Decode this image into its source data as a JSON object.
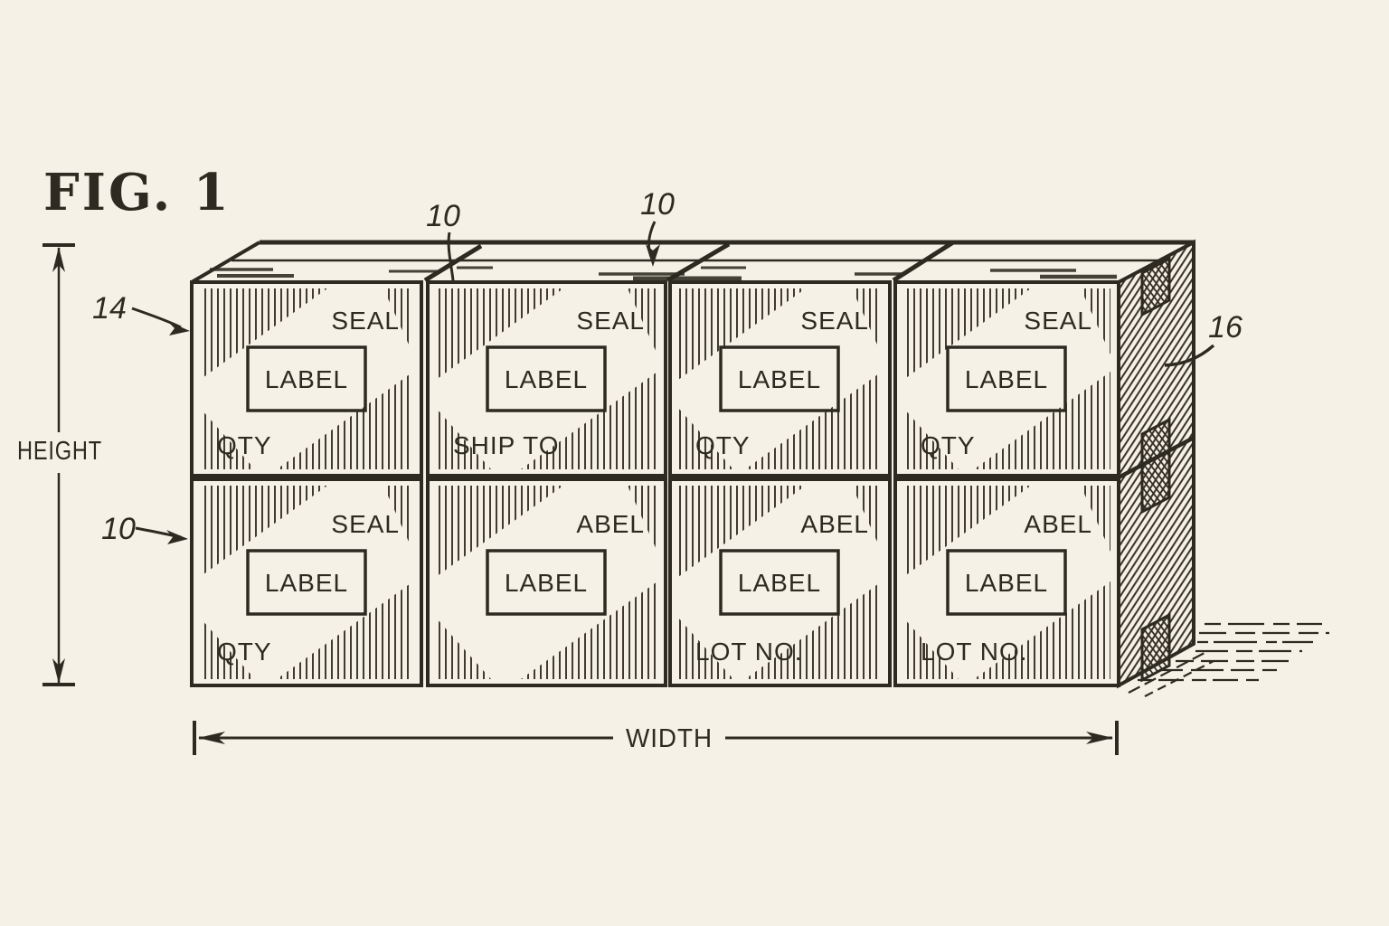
{
  "figure": {
    "title": "FIG. 1"
  },
  "dimensions": {
    "height_label": "HEIGHT",
    "width_label": "WIDTH"
  },
  "references": {
    "top_left_box": "10",
    "top_mid_box": "10",
    "corner_seal": "14",
    "left_lower_box": "10",
    "side_face": "16"
  },
  "boxes": [
    {
      "top": "SEAL",
      "center": "LABEL",
      "bottom": "QTY"
    },
    {
      "top": "SEAL",
      "center": "LABEL",
      "bottom": "SHIP TO"
    },
    {
      "top": "SEAL",
      "center": "LABEL",
      "bottom": "QTY"
    },
    {
      "top": "SEAL",
      "center": "LABEL",
      "bottom": "QTY"
    },
    {
      "top": "SEAL",
      "center": "LABEL",
      "bottom": "QTY"
    },
    {
      "top": "ABEL",
      "center": "LABEL",
      "bottom": ""
    },
    {
      "top": "ABEL",
      "center": "LABEL",
      "bottom": "LOT NO."
    },
    {
      "top": "ABEL",
      "center": "LABEL",
      "bottom": "LOT NO."
    }
  ],
  "colors": {
    "background": "#f5f1e6",
    "ink": "#2d2a21"
  }
}
